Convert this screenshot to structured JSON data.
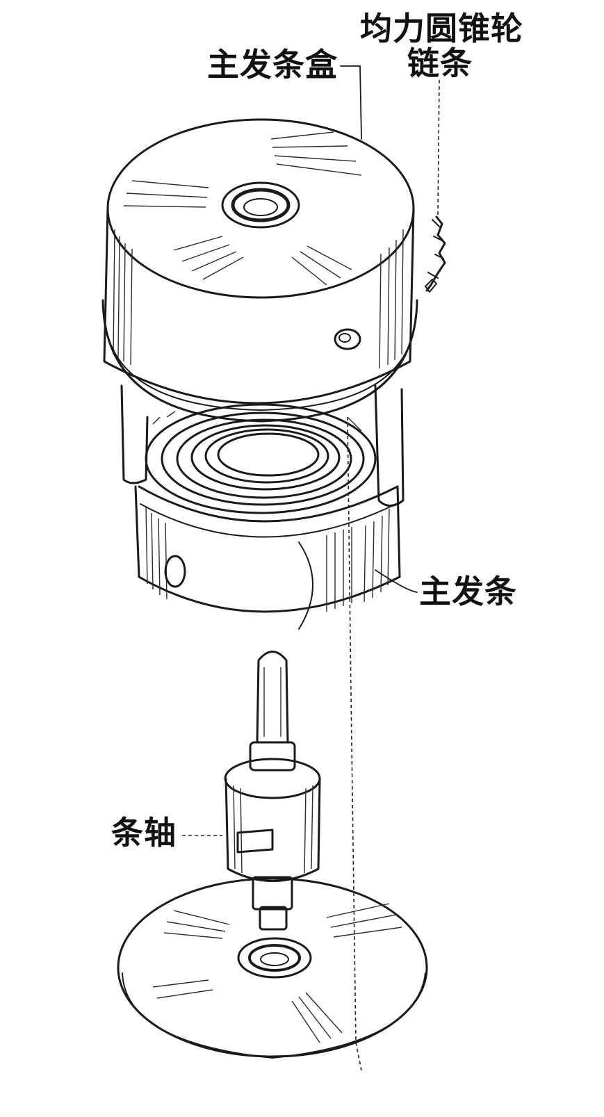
{
  "labels": {
    "barrel": "主发条盒",
    "fusee_chain_line1": "均力圆锥轮",
    "fusee_chain_line2": "链条",
    "mainspring": "主发条",
    "arbor": "条轴"
  }
}
